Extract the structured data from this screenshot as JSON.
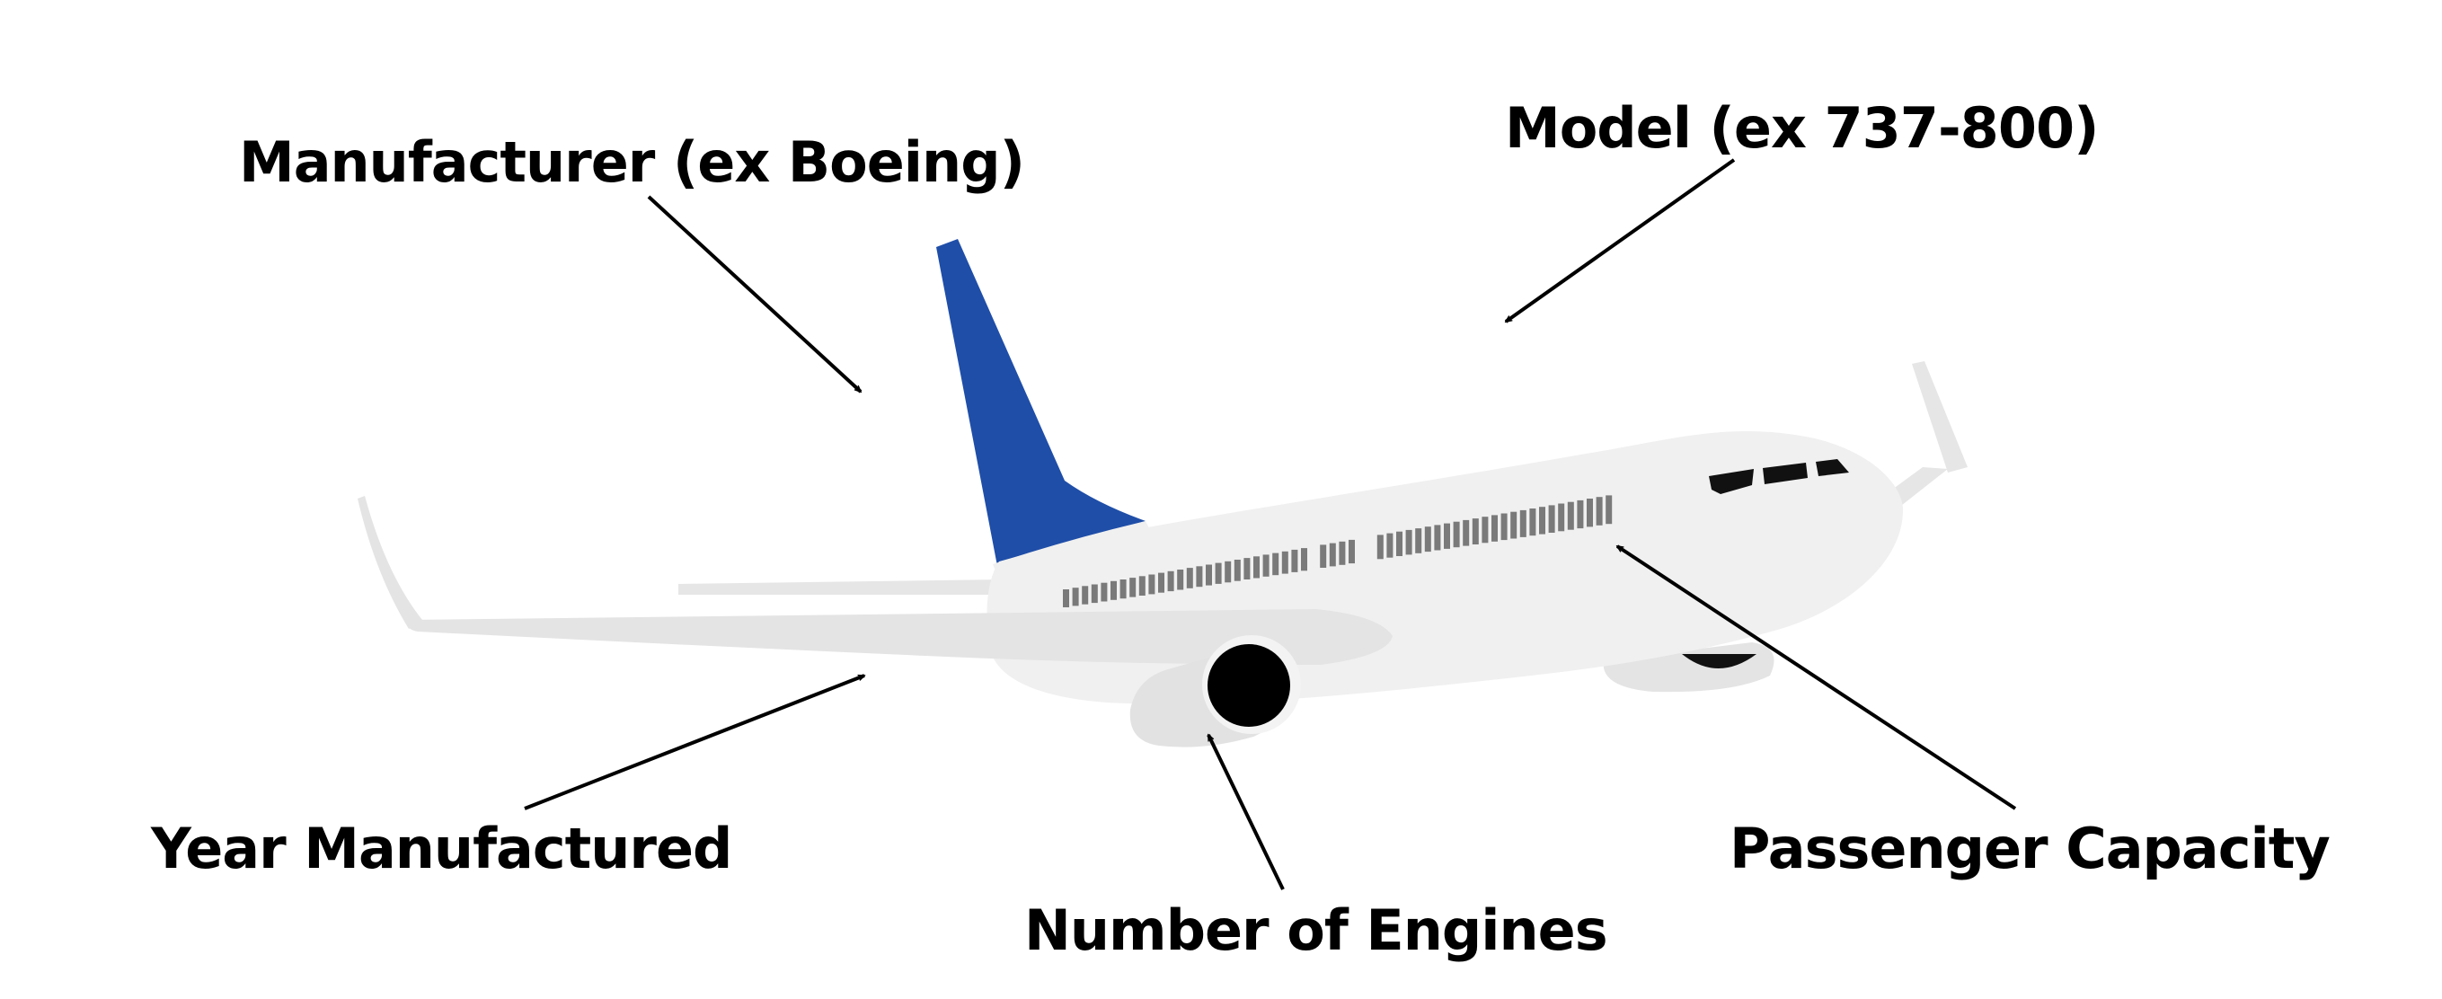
{
  "colors": {
    "background": "#ffffff",
    "fuselage": "#f0f0f0",
    "wing": "#e4e4e4",
    "tail_fin": "#1f4ea8",
    "windows": "#7a7a7a",
    "engine_intake": "#000000",
    "text": "#000000"
  },
  "labels": {
    "manufacturer": "Manufacturer (ex Boeing)",
    "model": "Model (ex 737-800)",
    "year": "Year Manufactured",
    "engines": "Number of Engines",
    "capacity": "Passenger Capacity"
  },
  "icons": {
    "aircraft": "airplane-illustration",
    "arrow": "arrow-icon"
  }
}
